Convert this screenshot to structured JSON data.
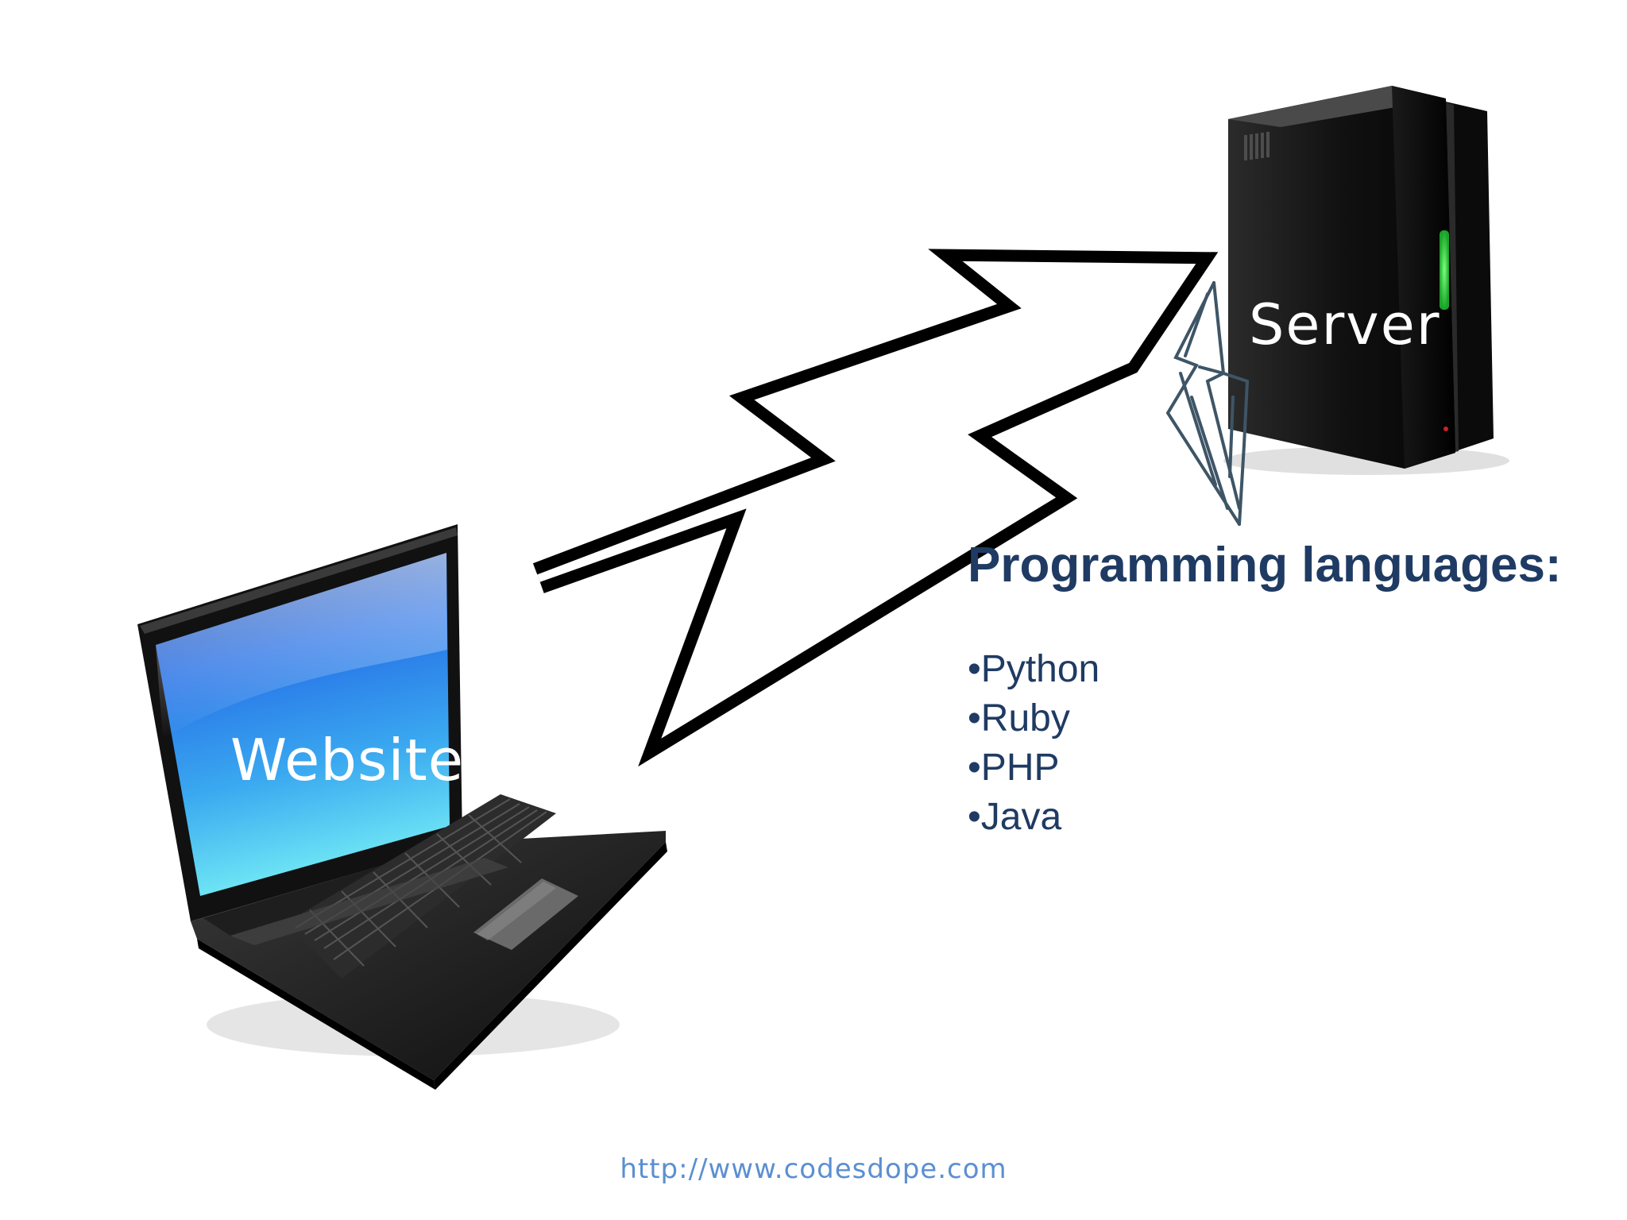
{
  "diagram": {
    "client_label": "Website",
    "server_label": "Server",
    "languages_heading": "Programming languages:",
    "languages": [
      "•Python",
      "•Ruby",
      "•PHP",
      "•Java"
    ],
    "footer_link": "http://www.codesdope.com"
  },
  "colors": {
    "heading_text": "#1f3b63",
    "link_text": "#5b8fd1",
    "screen_blue": "#2a7fe6",
    "server_led": "#33dd44"
  },
  "icons": [
    "laptop-icon",
    "server-tower-icon",
    "zigzag-arrow-icon",
    "hand-drawn-arrow-icon"
  ]
}
